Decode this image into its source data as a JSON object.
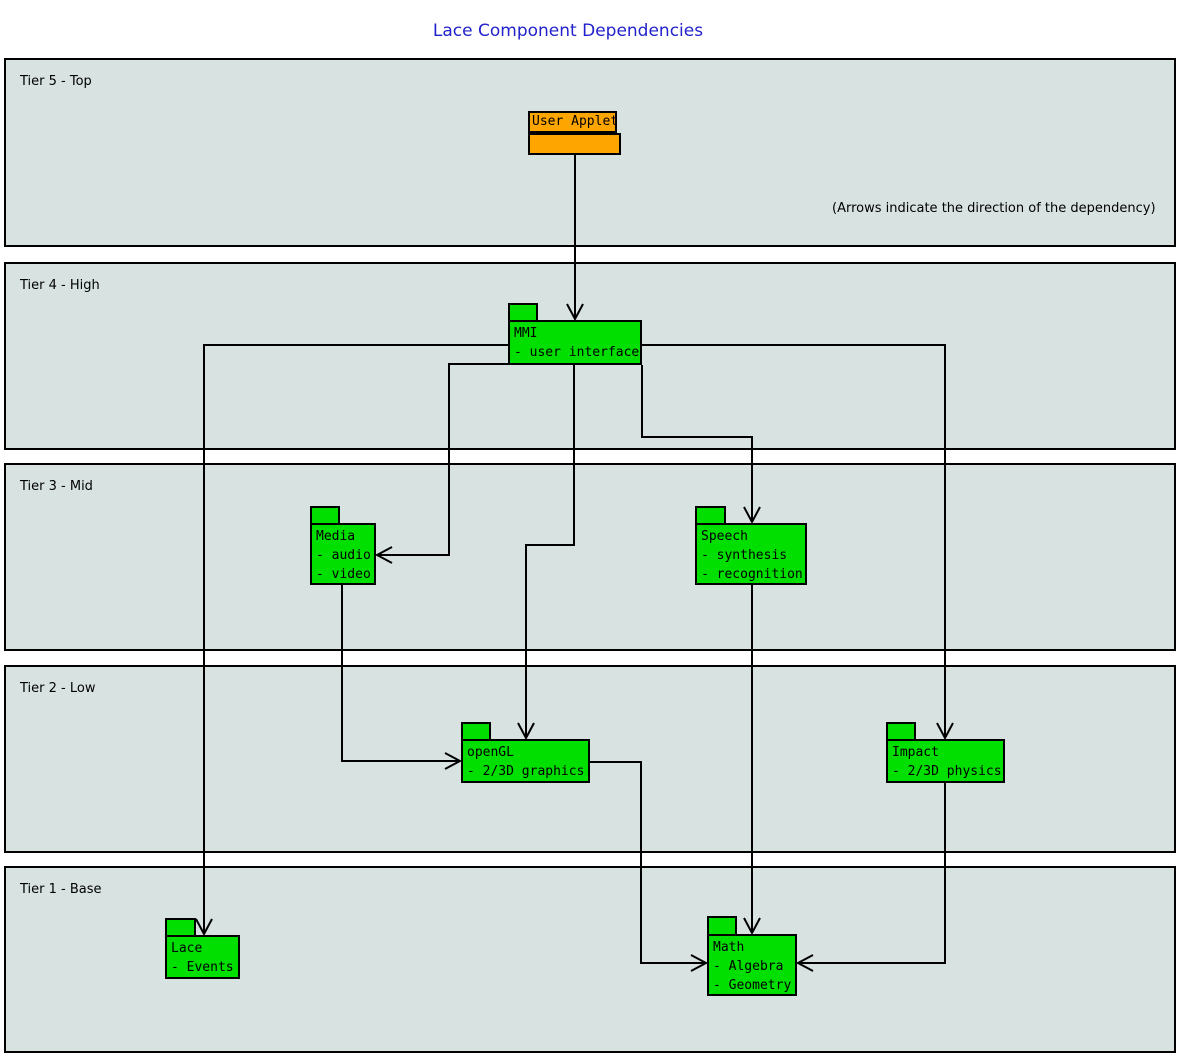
{
  "title": "Lace Component Dependencies",
  "annotation": "(Arrows indicate the direction of the dependency)",
  "colors": {
    "component_green": "#00df00",
    "applet_orange": "#ffa500",
    "tier_background": "#d8e3e1",
    "title_blue": "#2222cc",
    "line_black": "#000000"
  },
  "tiers": [
    {
      "label": "Tier 5 - Top"
    },
    {
      "label": "Tier 4 - High"
    },
    {
      "label": "Tier 3 - Mid"
    },
    {
      "label": "Tier 2 - Low"
    },
    {
      "label": "Tier 1 - Base"
    }
  ],
  "components": [
    {
      "id": "user-applet",
      "name": "User Applet",
      "lines": []
    },
    {
      "id": "mmi",
      "name": "MMI",
      "lines": [
        "- user interface"
      ]
    },
    {
      "id": "media",
      "name": "Media",
      "lines": [
        "- audio",
        "- video"
      ]
    },
    {
      "id": "speech",
      "name": "Speech",
      "lines": [
        "- synthesis",
        "- recognition"
      ]
    },
    {
      "id": "opengl",
      "name": "openGL",
      "lines": [
        "- 2/3D graphics"
      ]
    },
    {
      "id": "impact",
      "name": "Impact",
      "lines": [
        "- 2/3D physics"
      ]
    },
    {
      "id": "lace",
      "name": "Lace",
      "lines": [
        "- Events"
      ]
    },
    {
      "id": "math",
      "name": "Math",
      "lines": [
        "- Algebra",
        "- Geometry"
      ]
    }
  ],
  "edges": [
    {
      "from": "user-applet",
      "to": "mmi"
    },
    {
      "from": "mmi",
      "to": "lace"
    },
    {
      "from": "mmi",
      "to": "impact"
    },
    {
      "from": "mmi",
      "to": "media"
    },
    {
      "from": "mmi",
      "to": "speech"
    },
    {
      "from": "mmi",
      "to": "opengl"
    },
    {
      "from": "media",
      "to": "opengl"
    },
    {
      "from": "speech",
      "to": "math"
    },
    {
      "from": "opengl",
      "to": "math"
    },
    {
      "from": "impact",
      "to": "math"
    }
  ]
}
